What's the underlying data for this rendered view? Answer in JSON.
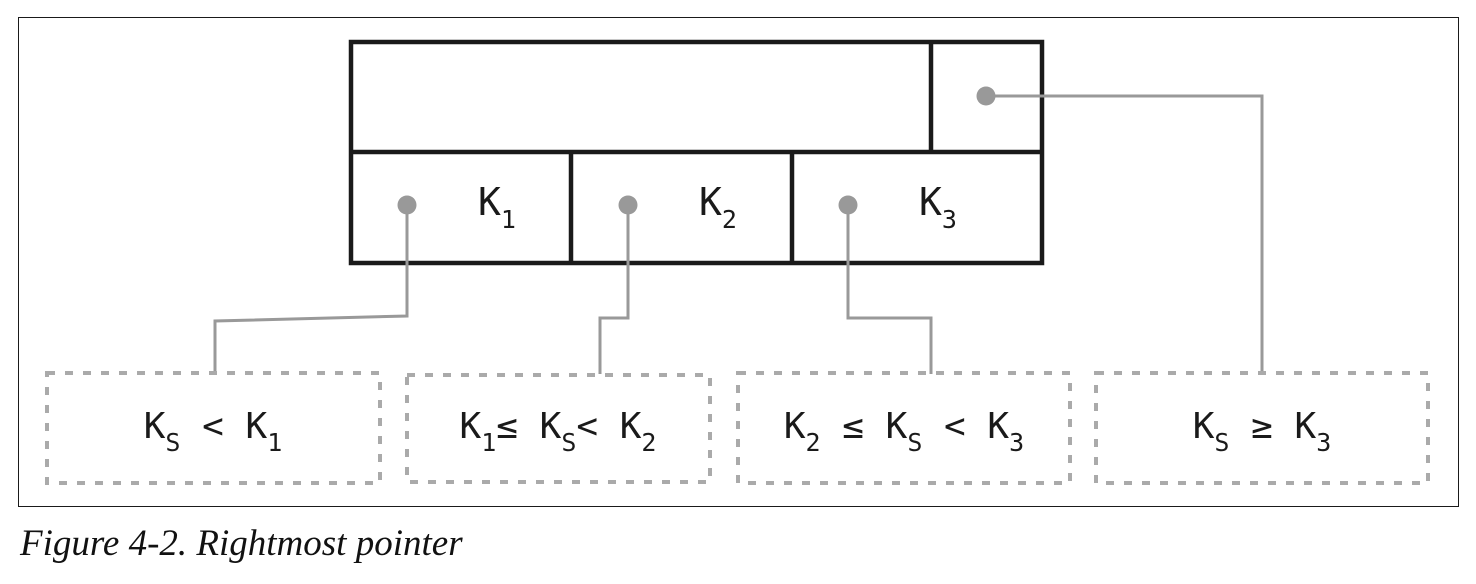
{
  "node": {
    "keys": [
      {
        "base": "K",
        "sub": "1"
      },
      {
        "base": "K",
        "sub": "2"
      },
      {
        "base": "K",
        "sub": "3"
      }
    ]
  },
  "ranges": [
    {
      "parts": [
        {
          "t": "K",
          "s": "S"
        },
        {
          "t": " < "
        },
        {
          "t": "K",
          "s": "1"
        }
      ]
    },
    {
      "parts": [
        {
          "t": "K",
          "s": "1"
        },
        {
          "t": "≤ "
        },
        {
          "t": "K",
          "s": "S"
        },
        {
          "t": "< "
        },
        {
          "t": "K",
          "s": "2"
        }
      ]
    },
    {
      "parts": [
        {
          "t": "K",
          "s": "2"
        },
        {
          "t": " ≤ "
        },
        {
          "t": "K",
          "s": "S"
        },
        {
          "t": " < "
        },
        {
          "t": "K",
          "s": "3"
        }
      ]
    },
    {
      "parts": [
        {
          "t": "K",
          "s": "S"
        },
        {
          "t": " ≥ "
        },
        {
          "t": "K",
          "s": "3"
        }
      ]
    }
  ],
  "caption": "Figure 4-2. Rightmost pointer",
  "colors": {
    "outline": "#1a1a1a",
    "pointer": "#999999",
    "dashed_border": "#aaaaaa"
  }
}
